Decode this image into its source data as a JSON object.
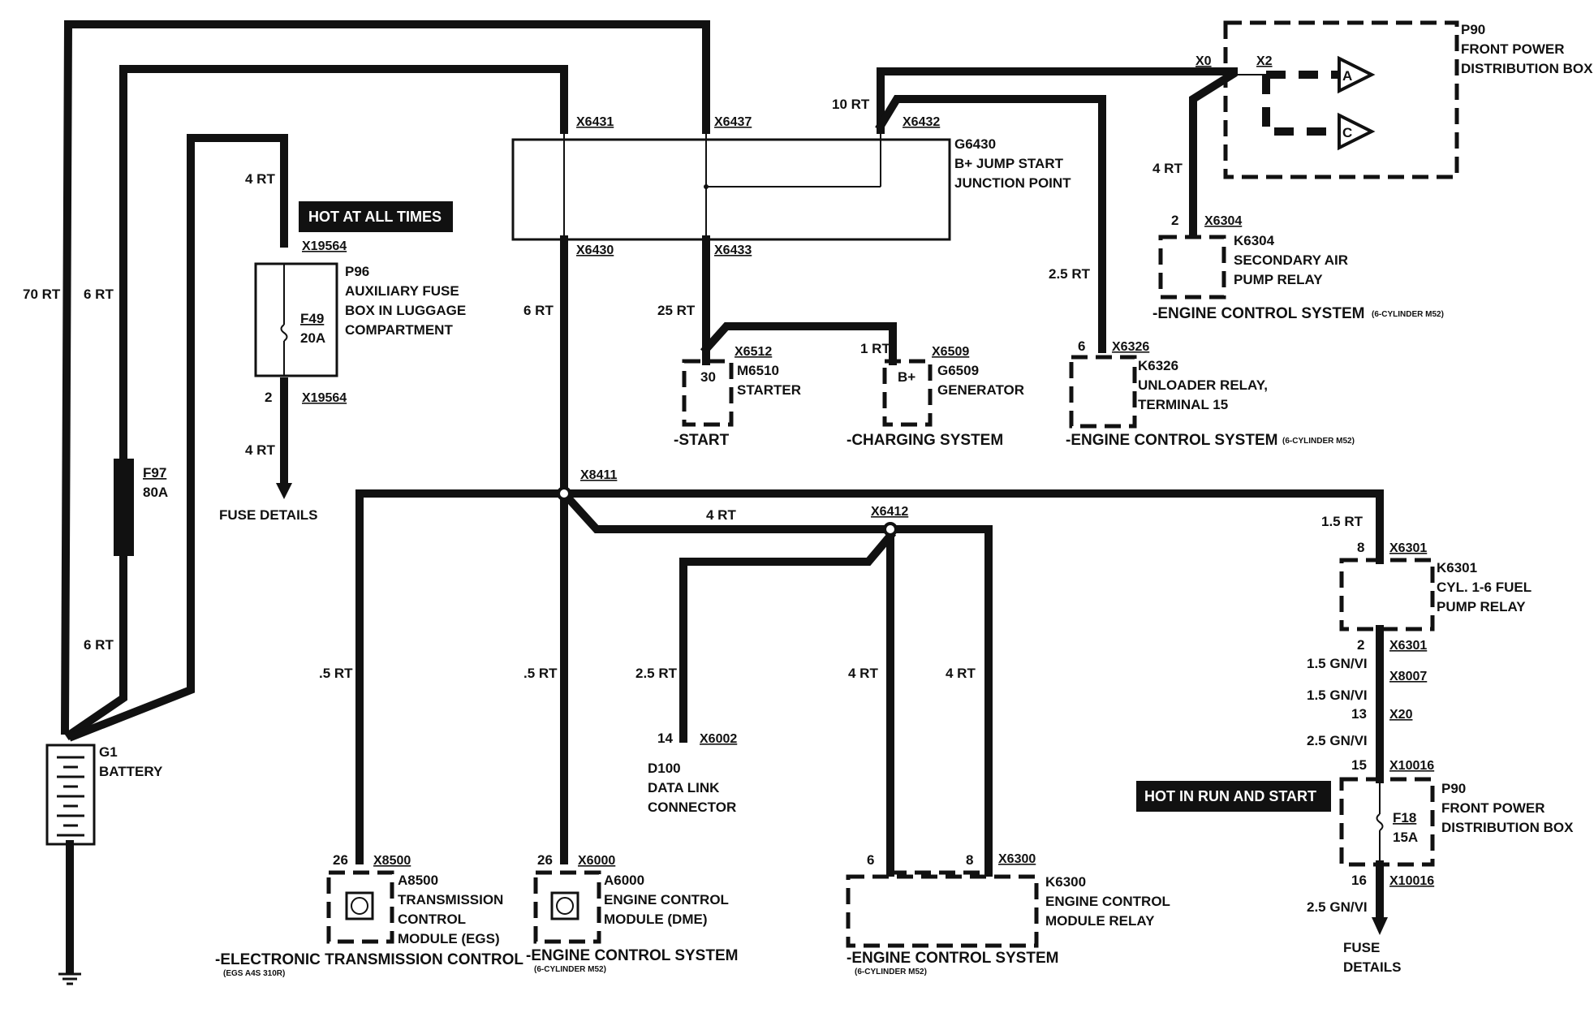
{
  "tags": {
    "hot_at_all_times": "HOT AT ALL TIMES",
    "hot_in_run_and_start": "HOT IN RUN AND START"
  },
  "wire_labels": {
    "w70rt": "70 RT",
    "w6rt_a": "6 RT",
    "w6rt_b": "6 RT",
    "w4rt_top": "4 RT",
    "w4rt_fuse": "4 RT",
    "w6rt_x6430": "6 RT",
    "w25rt": "25 RT",
    "w1rt": "1 RT",
    "w10rt": "10 RT",
    "w25rt_unloader": "2.5 RT",
    "w4rt_air": "4 RT",
    "w4rt_x8411": "4 RT",
    "w15rt": "1.5 RT",
    "w05rt_a": ".5 RT",
    "w05rt_b": ".5 RT",
    "w25rt_dlc": "2.5 RT",
    "w4rt_k1": "4 RT",
    "w4rt_k2": "4 RT",
    "w15gnvi_a": "1.5 GN/VI",
    "w15gnvi_b": "1.5 GN/VI",
    "w25gnvi_a": "2.5 GN/VI",
    "w25gnvi_b": "2.5 GN/VI"
  },
  "connectors": {
    "x6431": "X6431",
    "x6437": "X6437",
    "x6432": "X6432",
    "x6430": "X6430",
    "x6433": "X6433",
    "x19564_top": "X19564",
    "x19564_bot": "X19564",
    "x6512": "X6512",
    "x6509": "X6509",
    "x6326": "X6326",
    "x6304": "X6304",
    "x0": "X0",
    "x2": "X2",
    "x8411": "X8411",
    "x6412": "X6412",
    "x6301_top": "X6301",
    "x6301_bot": "X6301",
    "x8007": "X8007",
    "x20": "X20",
    "x10016_top": "X10016",
    "x10016_bot": "X10016",
    "x6002": "X6002",
    "x8500": "X8500",
    "x6000": "X6000",
    "x6300": "X6300"
  },
  "pins": {
    "p2_air": "2",
    "p6_unloader": "6",
    "p2_fuse": "2",
    "p14": "14",
    "p26_a": "26",
    "p26_b": "26",
    "p6_k6300": "6",
    "p8_k6300": "8",
    "p8_k6301": "8",
    "p2_k6301": "2",
    "p13": "13",
    "p15": "15",
    "p16": "16",
    "p30": "30",
    "pbplus": "B+"
  },
  "components": {
    "g6430": [
      "G6430",
      "B+ JUMP START",
      "JUNCTION POINT"
    ],
    "p90_top": [
      "P90",
      "FRONT POWER",
      "DISTRIBUTION BOX"
    ],
    "p96": [
      "P96",
      "AUXILIARY FUSE",
      "BOX IN LUGGAGE",
      "COMPARTMENT"
    ],
    "k6304": [
      "K6304",
      "SECONDARY AIR",
      "PUMP RELAY"
    ],
    "m6510": [
      "M6510",
      "STARTER"
    ],
    "g6509": [
      "G6509",
      "GENERATOR"
    ],
    "k6326": [
      "K6326",
      "UNLOADER RELAY,",
      "TERMINAL 15"
    ],
    "g1": [
      "G1",
      "BATTERY"
    ],
    "k6301": [
      "K6301",
      "CYL. 1-6 FUEL",
      "PUMP RELAY"
    ],
    "p90_bot": [
      "P90",
      "FRONT POWER",
      "DISTRIBUTION BOX"
    ],
    "a8500": [
      "A8500",
      "TRANSMISSION",
      "CONTROL",
      "MODULE (EGS)"
    ],
    "a6000": [
      "A6000",
      "ENGINE CONTROL",
      "MODULE (DME)"
    ],
    "k6300": [
      "K6300",
      "ENGINE CONTROL",
      "MODULE RELAY"
    ],
    "d100": [
      "D100",
      "DATA LINK",
      "CONNECTOR"
    ],
    "f97": [
      "F97",
      "80A"
    ],
    "f49": [
      "F49",
      "20A"
    ],
    "f18": [
      "F18",
      "15A"
    ],
    "fuse_details_left": "FUSE DETAILS",
    "fuse_details_right": [
      "FUSE",
      "DETAILS"
    ],
    "arrow_a": "A",
    "arrow_c": "C"
  },
  "systems": {
    "start": "-START",
    "charging": "-CHARGING SYSTEM",
    "ecs_unloader": "-ENGINE CONTROL SYSTEM",
    "ecs_unloader_note": "(6-CYLINDER M52)",
    "ecs_air": "-ENGINE CONTROL SYSTEM",
    "ecs_air_note": "(6-CYLINDER M52)",
    "etc": "-ELECTRONIC TRANSMISSION CONTROL",
    "etc_note": "(EGS A4S 310R)",
    "ecs_dme": "-ENGINE CONTROL SYSTEM",
    "ecs_dme_note": "(6-CYLINDER M52)",
    "ecs_relay": "-ENGINE CONTROL SYSTEM",
    "ecs_relay_note": "(6-CYLINDER M52)"
  }
}
